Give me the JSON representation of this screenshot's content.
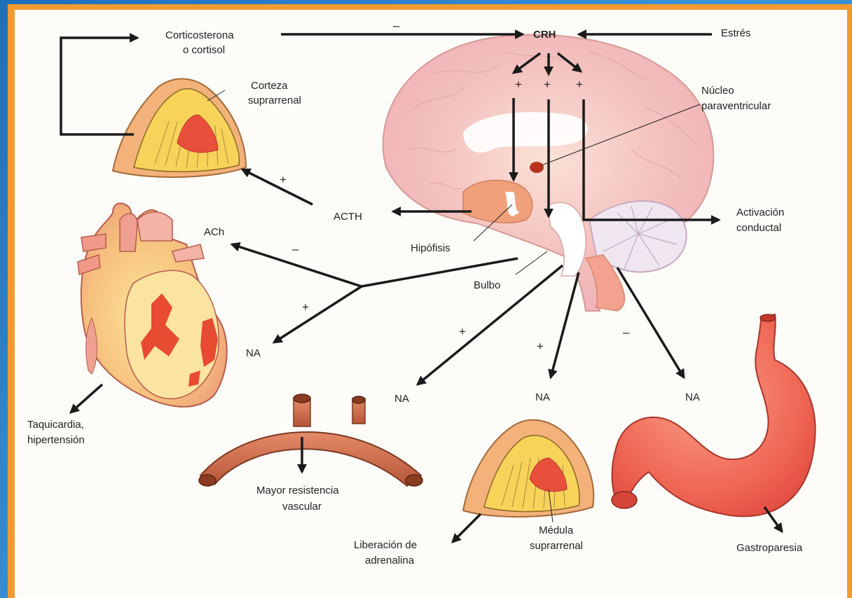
{
  "labels": {
    "corticosterona": "Corticosterona",
    "o_cortisol": "o cortisol",
    "crh": "CRH",
    "estres": "Estrés",
    "corteza_1": "Corteza",
    "corteza_2": "suprarrenal",
    "nucleo_1": "Núcleo",
    "nucleo_2": "paraventricular",
    "acth": "ACTH",
    "ach": "ACh",
    "hipofisis": "Hipófisis",
    "activacion_1": "Activación",
    "activacion_2": "conductal",
    "bulbo": "Bulbo",
    "na_heart": "NA",
    "na_vessel": "NA",
    "na_medula": "NA",
    "na_stomach": "NA",
    "taquicardia_1": "Taquicardia,",
    "taquicardia_2": "hipertensión",
    "mayor_1": "Mayor resistencia",
    "mayor_2": "vascular",
    "liberacion_1": "Liberación de",
    "liberacion_2": "adrenalina",
    "medula_1": "Médula",
    "medula_2": "suprarrenal",
    "gastroparesia": "Gastroparesia"
  },
  "signs": {
    "cortisol_to_crh": "–",
    "crh_left": "+",
    "crh_mid": "+",
    "crh_right": "+",
    "acth_to_cortex": "+",
    "ach": "–",
    "na_heart": "+",
    "na_vessel": "+",
    "na_medula": "+",
    "na_stomach": "–"
  }
}
